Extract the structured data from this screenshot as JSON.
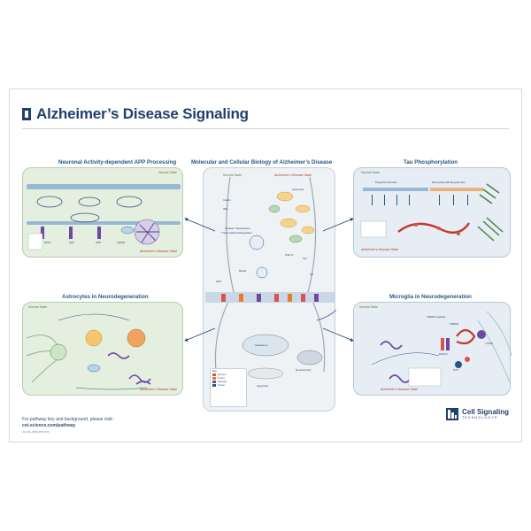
{
  "header": {
    "title": "Alzheimer’s Disease Signaling"
  },
  "panels": {
    "app_processing": {
      "title": "Neuronal Activity-dependent APP Processing",
      "normal_state": "Normal State",
      "disease_state": "Alzheimer’s Disease State",
      "labels": [
        "APPs",
        "APP",
        "APP",
        "sAPPβ"
      ]
    },
    "center": {
      "title": "Molecular and Cellular Biology of Alzheimer’s Disease",
      "normal_state": "Normal State",
      "disease_state": "Alzheimer’s Disease State",
      "labels": [
        "Insulin",
        "IDE",
        "Nuclear Translocation",
        "Transcriptional Regulation",
        "APP",
        "BACE",
        "Apoptosis",
        "Aβ",
        "Caspase-3",
        "GSK-3",
        "Tau",
        "Neurotoxicity",
        "Apoptosis"
      ]
    },
    "tau": {
      "title": "Tau Phosphorylation",
      "normal_state": "Normal State",
      "disease_state": "Alzheimer’s Disease State",
      "labels": [
        "Projection Domain",
        "Microtubule-Binding Domain"
      ]
    },
    "astrocytes": {
      "title": "Astrocytes in Neurodegeneration",
      "normal_state": "Normal State",
      "disease_state": "Alzheimer’s Disease State"
    },
    "microglia": {
      "title": "Microglia in Neurodegeneration",
      "normal_state": "Normal State",
      "disease_state": "Alzheimer’s Disease State",
      "labels": [
        "TREM2 Ligands",
        "TREM2",
        "DAP12",
        "SYK",
        "mTOR"
      ]
    }
  },
  "legend": {
    "title": "Key",
    "items": [
      "Enzyme",
      "Protein",
      "Receptor",
      "Kinase"
    ]
  },
  "footer": {
    "line1": "For pathway key and background, please visit:",
    "url": "cst-science.com/pathway",
    "fine_print": "21-CSL-9803-PW-TDU"
  },
  "brand": {
    "name_line1": "Cell Signaling",
    "name_line2": "TECHNOLOGY®"
  },
  "colors": {
    "navy": "#1f3f6e",
    "green_panel": "#e4efe0",
    "blue_panel": "#e6edf4",
    "accent_red": "#c0392b",
    "accent_orange": "#e67e22",
    "accent_purple": "#6c4aa3"
  }
}
